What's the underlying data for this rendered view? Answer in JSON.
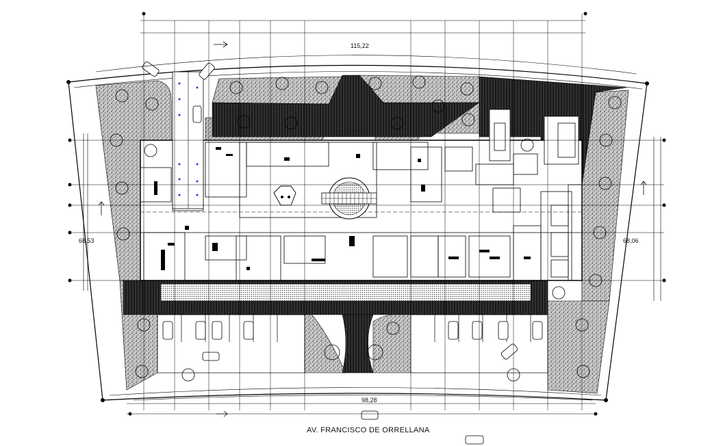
{
  "drawing": {
    "street_label": "AV. FRANCISCO DE ORRELLANA",
    "dim_top_arc": "115,22",
    "dim_left": "68,53",
    "dim_right": "68,06",
    "dim_bottom": "98,28"
  },
  "colors": {
    "line": "#000000",
    "hatch_light": "#9a9a9a",
    "hatch_dark": "#1a1a1a",
    "background": "#ffffff"
  },
  "symbols": {
    "north_arrow": "arrow-icon",
    "tree": "tree-icon",
    "car": "car-icon",
    "escalator": "escalator-icon"
  }
}
